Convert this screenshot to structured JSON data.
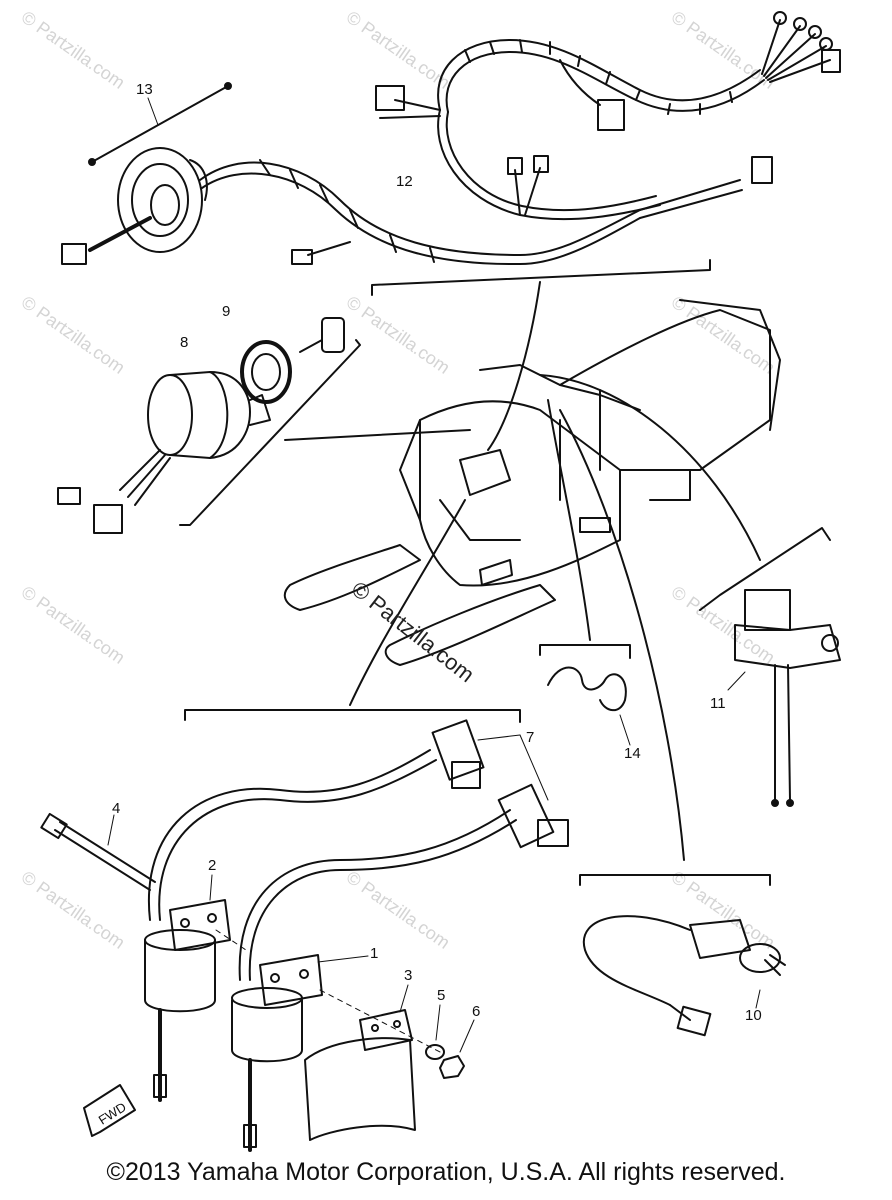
{
  "copyright": "©2013 Yamaha Motor Corporation, U.S.A. All rights reserved.",
  "watermark": "© Partzilla.com",
  "center_watermark": "© Partzilla.com",
  "callouts": {
    "c1": "1",
    "c2": "2",
    "c3": "3",
    "c4": "4",
    "c5": "5",
    "c6": "6",
    "c7": "7",
    "c8": "8",
    "c9": "9",
    "c10": "10",
    "c11": "11",
    "c12": "12",
    "c13": "13",
    "c14": "14"
  },
  "direction_arrow": "FWD",
  "colors": {
    "ink": "#111111",
    "watermark": "#d4d4d4",
    "background": "#ffffff"
  }
}
